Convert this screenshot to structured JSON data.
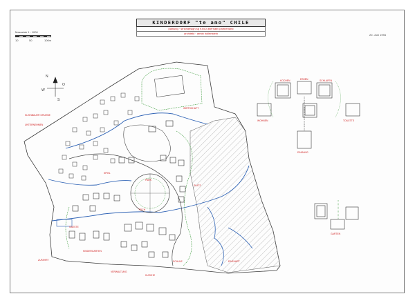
{
  "title": "KINDERDORF \"te amo\" CHILE",
  "subtitle_1": "planung · strichdesign sg  KINO alternativ partnerland",
  "subtitle_2": "architekt · armin hollenstein",
  "scale": "Massstab 1 : 1000",
  "scale_ticks": [
    "10",
    "50",
    "100m"
  ],
  "date": "20. Juni 1994",
  "north_letters": {
    "n": "N",
    "w": "W",
    "o": "O",
    "s": "S"
  },
  "site_labels": [
    "KLEINBAUER GRUENE",
    "UNTERNEHMEN",
    "SPIEL",
    "PARK",
    "WIRTSCHAFT",
    "TEICH",
    "ZUFAHRT",
    "EINFAHRT",
    "KUECHE",
    "SCHULE",
    "GAESTE",
    "PLATZ",
    "KINDERGARTEN",
    "VERWALTUNG"
  ],
  "detail_labels": [
    "KOCHEN",
    "ESSEN",
    "SCHLAFEN",
    "WOHNEN",
    "TOILETTE",
    "EINGANG",
    "GARTEN"
  ],
  "colors": {
    "line": "#3a3a3a",
    "red": "#d01e1e",
    "blue": "#2f63b5",
    "green": "#3a9a3a",
    "paper": "#fdfdfd"
  }
}
